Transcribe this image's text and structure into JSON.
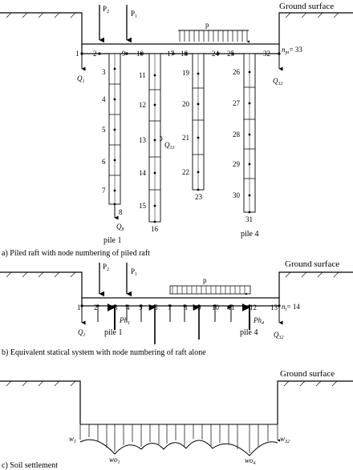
{
  "labels": {
    "ground_surface": "Ground surface",
    "p": "p",
    "P1": "P",
    "P1_sub": "1",
    "P2": "P",
    "P2_sub": "2",
    "caption_a": "a) Piled raft with node numbering of piled raft",
    "caption_b": "b) Equivalent statical system with node numbering of raft alone",
    "caption_c": "c) Soil settlement",
    "pile1": "pile 1",
    "pile4": "pile 4"
  },
  "panel_a": {
    "raft_nodes": [
      {
        "n": "1"
      },
      {
        "n": "2"
      },
      {
        "n": "9"
      },
      {
        "n": "10"
      },
      {
        "n": "17"
      },
      {
        "n": "18"
      },
      {
        "n": "24"
      },
      {
        "n": "25"
      },
      {
        "n": "32"
      }
    ],
    "n_label": "n",
    "n_sub": "pr",
    "n_val": "= 33",
    "Q1": "Q",
    "Q1_sub": "1",
    "Q8": "Q",
    "Q8_sub": "8",
    "Q13": "Q",
    "Q13_sub": "13",
    "Q32": "Q",
    "Q32_sub": "32",
    "pile1_nodes": [
      "3",
      "4",
      "5",
      "6",
      "7",
      "8"
    ],
    "pile2_nodes": [
      "11",
      "12",
      "13",
      "14",
      "15",
      "16"
    ],
    "pile3_nodes": [
      "19",
      "20",
      "21",
      "22",
      "23"
    ],
    "pile4_nodes": [
      "26",
      "27",
      "28",
      "29",
      "30",
      "31"
    ]
  },
  "panel_b": {
    "nodes": [
      "1",
      "2",
      "3",
      "4",
      "5",
      "6",
      "7",
      "8",
      "9",
      "10",
      "11",
      "12",
      "13"
    ],
    "n_label": "n",
    "n_sub": "r",
    "n_val": "= 14",
    "Q1": "Q",
    "Q1_sub": "1",
    "Q32": "Q",
    "Q32_sub": "32",
    "Ph1": "Ph",
    "Ph1_sub": "1",
    "Ph4": "Ph",
    "Ph4_sub": "4"
  },
  "panel_c": {
    "w1": "w",
    "w1_sub": "1",
    "w32": "w",
    "w32_sub": "32",
    "wo1": "wo",
    "wo1_sub": "1",
    "wo4": "wo",
    "wo4_sub": "4"
  }
}
